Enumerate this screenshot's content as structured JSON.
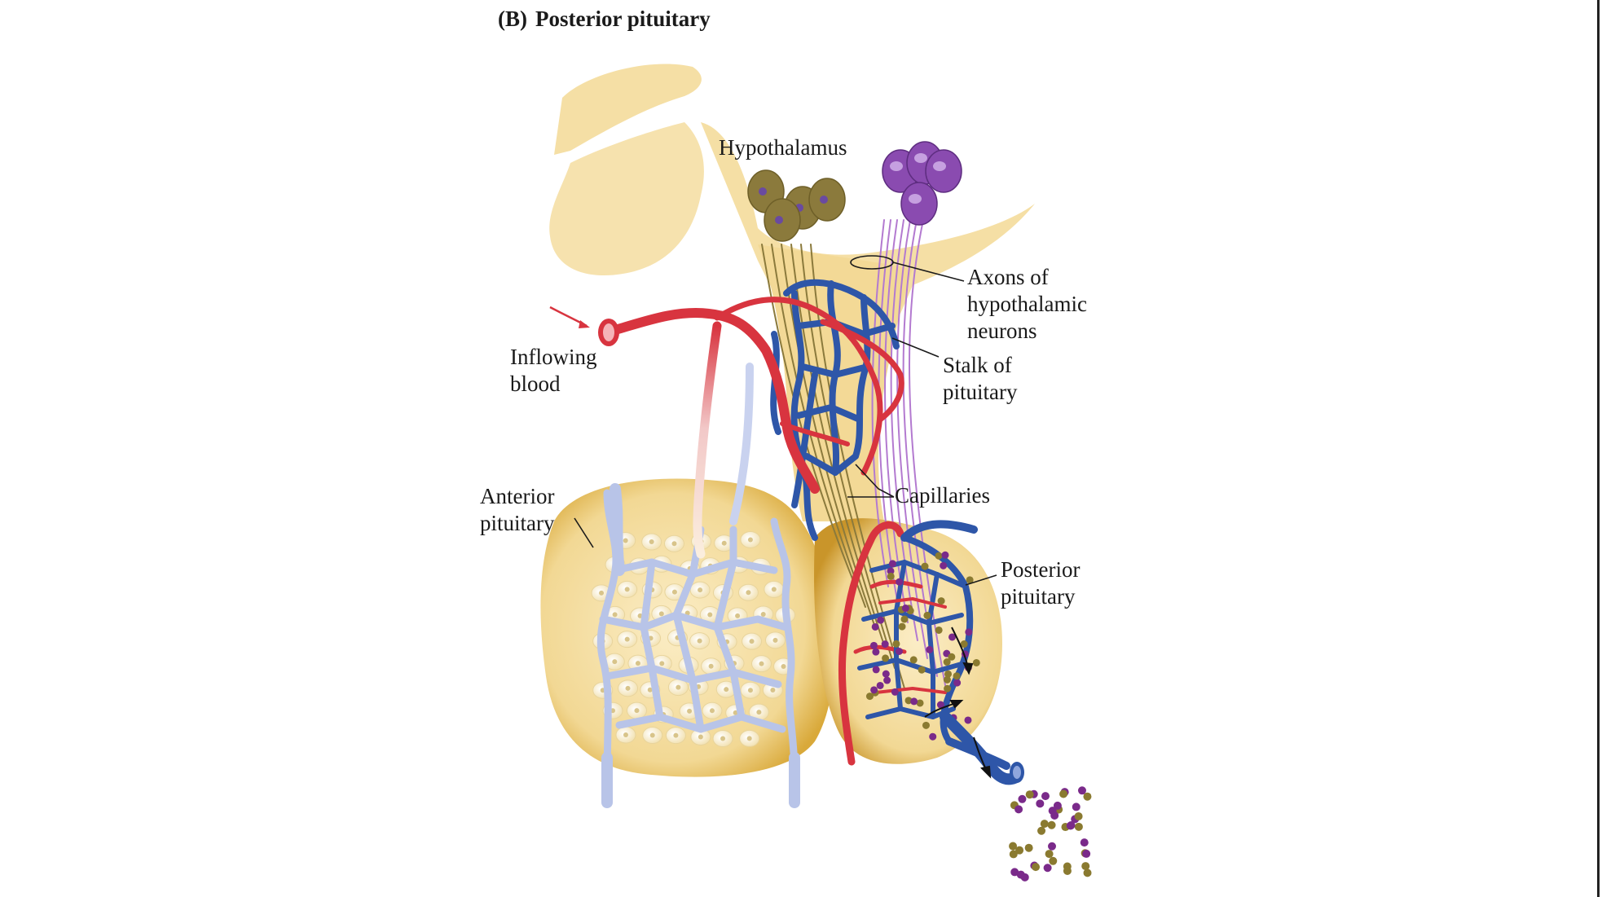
{
  "figure": {
    "panel_tag": "(B)",
    "title": "Posterior pituitary"
  },
  "labels": {
    "hypothalamus": "Hypothalamus",
    "axons": [
      "Axons of",
      "hypothalamic",
      "neurons"
    ],
    "inflowing_blood": [
      "Inflowing",
      "blood"
    ],
    "stalk": [
      "Stalk of",
      "pituitary"
    ],
    "capillaries": "Capillaries",
    "anterior_pituitary": [
      "Anterior",
      "pituitary"
    ],
    "posterior_pituitary": [
      "Posterior",
      "pituitary"
    ]
  },
  "colors": {
    "tissue": "#f5dfa5",
    "tissue_dark": "#d9a93a",
    "artery": "#d8343f",
    "vein": "#2e56a8",
    "portal_vein_light": "#b8c4e8",
    "neuron_olive": "#8b7a3c",
    "neuron_purple": "#8a4bb0",
    "granule_purple": "#7a2a8a",
    "granule_olive": "#8a7a30"
  }
}
